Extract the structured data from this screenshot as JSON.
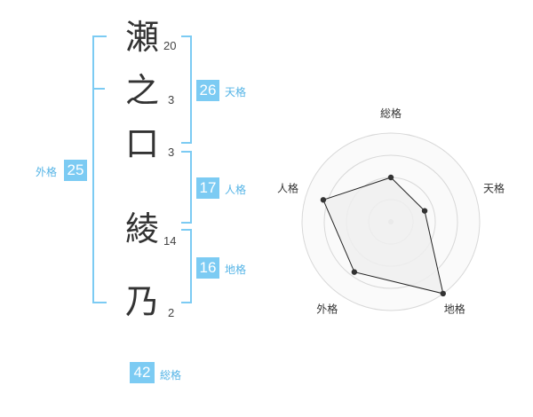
{
  "name": {
    "chars": [
      {
        "char": "瀬",
        "strokes": "20"
      },
      {
        "char": "之",
        "strokes": "3"
      },
      {
        "char": "口",
        "strokes": "3"
      },
      {
        "char": "綾",
        "strokes": "14"
      },
      {
        "char": "乃",
        "strokes": "2"
      }
    ]
  },
  "kaku": {
    "tenkaku": {
      "value": "26",
      "label": "天格"
    },
    "jinkaku": {
      "value": "17",
      "label": "人格"
    },
    "chikaku": {
      "value": "16",
      "label": "地格"
    },
    "gaikaku": {
      "value": "25",
      "label": "外格"
    },
    "soukaku": {
      "value": "42",
      "label": "総格"
    }
  },
  "radar": {
    "axes": [
      "総格",
      "天格",
      "地格",
      "外格",
      "人格"
    ],
    "levels": 4,
    "values": [
      2.5,
      2,
      5,
      3.5,
      4
    ],
    "max": 5,
    "colors": {
      "fill": "#eeeeee",
      "line": "#222222",
      "grid": "#d8d8d8",
      "center": "#cccccc"
    }
  },
  "colors": {
    "accent": "#7ccbf3",
    "accent_text": "#55b4e6"
  }
}
